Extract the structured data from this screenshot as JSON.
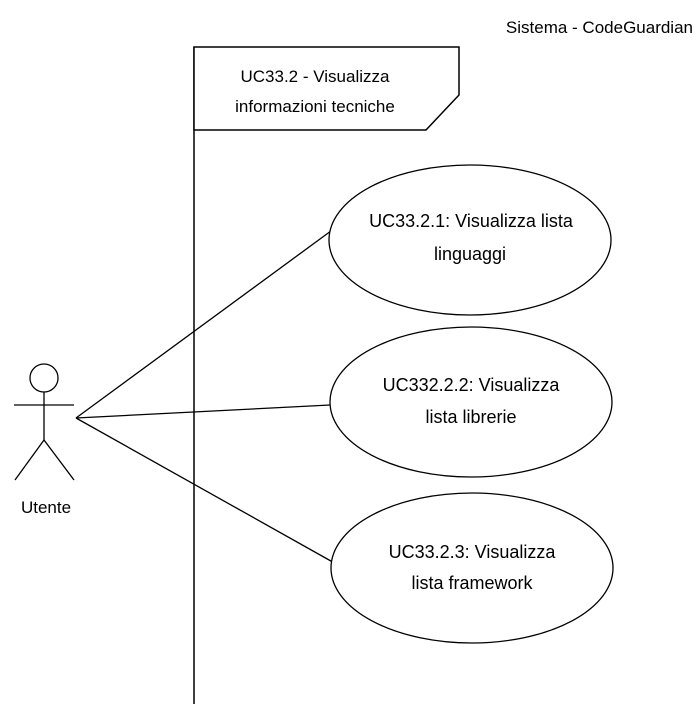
{
  "system": {
    "name": "Sistema - CodeGuardian"
  },
  "package": {
    "line1": "UC33.2 - Visualizza",
    "line2": "informazioni tecniche"
  },
  "actor": {
    "name": "Utente"
  },
  "use_cases": [
    {
      "line1": "UC33.2.1: Visualizza lista",
      "line2": "linguaggi"
    },
    {
      "line1": "UC332.2.2: Visualizza",
      "line2": "lista librerie"
    },
    {
      "line1": "UC33.2.3: Visualizza",
      "line2": "lista framework"
    }
  ],
  "colors": {
    "stroke": "#000000",
    "fill": "#ffffff",
    "text": "#000000"
  }
}
